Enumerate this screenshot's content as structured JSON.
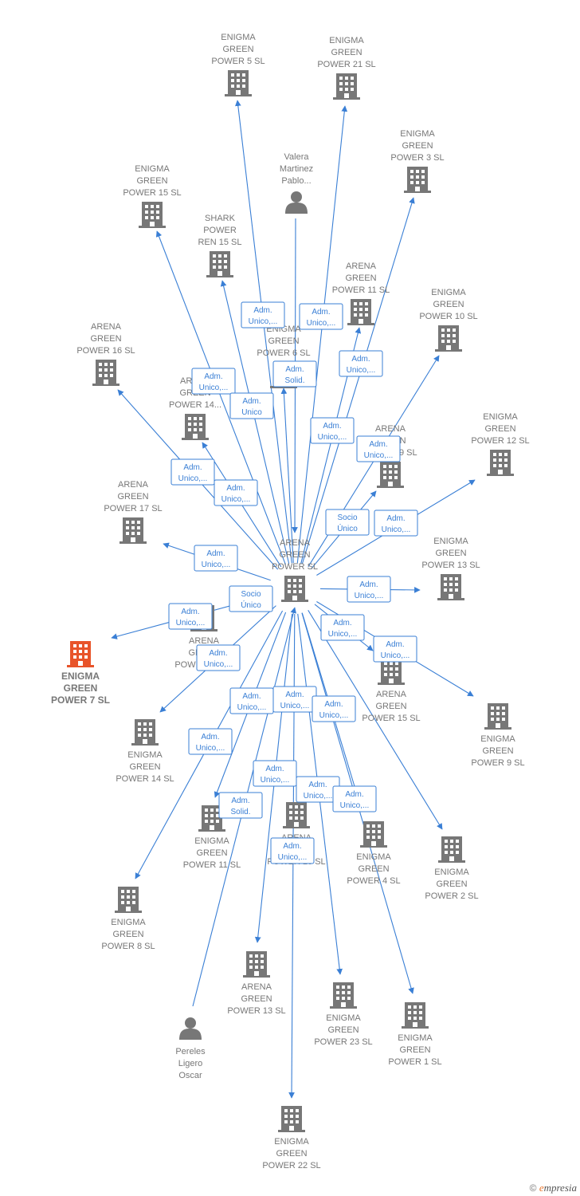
{
  "colors": {
    "edge": "#3a7fd5",
    "building": "#777777",
    "focus": "#e8542a",
    "text": "#777777"
  },
  "nodes": [
    {
      "id": "center",
      "lines": [
        "ARENA",
        "GREEN",
        "POWER  SL"
      ],
      "icon": "building-icon"
    },
    {
      "id": "ep5",
      "lines": [
        "ENIGMA",
        "GREEN",
        "POWER 5  SL"
      ],
      "icon": "building-icon"
    },
    {
      "id": "ep21",
      "lines": [
        "ENIGMA",
        "GREEN",
        "POWER 21  SL"
      ],
      "icon": "building-icon"
    },
    {
      "id": "valera",
      "lines": [
        "Valera",
        "Martinez",
        "Pablo..."
      ],
      "icon": "person-icon"
    },
    {
      "id": "ep3",
      "lines": [
        "ENIGMA",
        "GREEN",
        "POWER 3  SL"
      ],
      "icon": "building-icon"
    },
    {
      "id": "ep15",
      "lines": [
        "ENIGMA",
        "GREEN",
        "POWER 15  SL"
      ],
      "icon": "building-icon"
    },
    {
      "id": "shark",
      "lines": [
        "SHARK",
        "POWER",
        "REN 15  SL"
      ],
      "icon": "building-icon"
    },
    {
      "id": "ag11",
      "lines": [
        "ARENA",
        "GREEN",
        "POWER 11  SL"
      ],
      "icon": "building-icon"
    },
    {
      "id": "ep10",
      "lines": [
        "ENIGMA",
        "GREEN",
        "POWER 10  SL"
      ],
      "icon": "building-icon"
    },
    {
      "id": "ag16",
      "lines": [
        "ARENA",
        "GREEN",
        "POWER 16  SL"
      ],
      "icon": "building-icon"
    },
    {
      "id": "eg6",
      "lines": [
        "ENIGMA",
        "GREEN",
        "POWER 6  SL"
      ],
      "icon": "building-icon"
    },
    {
      "id": "ag14",
      "lines": [
        "ARENA",
        "GREEN",
        "POWER 14..."
      ],
      "icon": "building-icon"
    },
    {
      "id": "ag9",
      "lines": [
        "ARENA",
        "GREEN",
        "POWER 9  SL"
      ],
      "icon": "building-icon"
    },
    {
      "id": "ep12",
      "lines": [
        "ENIGMA",
        "GREEN",
        "POWER 12  SL"
      ],
      "icon": "building-icon"
    },
    {
      "id": "ag17",
      "lines": [
        "ARENA",
        "GREEN",
        "POWER 17  SL"
      ],
      "icon": "building-icon"
    },
    {
      "id": "ep13",
      "lines": [
        "ENIGMA",
        "GREEN",
        "POWER 13  SL"
      ],
      "icon": "building-icon"
    },
    {
      "id": "ep7",
      "lines": [
        "ENIGMA",
        "GREEN",
        "POWER 7  SL"
      ],
      "icon": "building-icon"
    },
    {
      "id": "ag12",
      "lines": [
        "ARENA",
        "GREEN",
        "POWER 12  SL"
      ],
      "icon": "building-icon"
    },
    {
      "id": "ag15",
      "lines": [
        "ARENA",
        "GREEN",
        "POWER 15  SL"
      ],
      "icon": "building-icon"
    },
    {
      "id": "ep9",
      "lines": [
        "ENIGMA",
        "GREEN",
        "POWER 9  SL"
      ],
      "icon": "building-icon"
    },
    {
      "id": "ep14",
      "lines": [
        "ENIGMA",
        "GREEN",
        "POWER 14  SL"
      ],
      "icon": "building-icon"
    },
    {
      "id": "ep11",
      "lines": [
        "ENIGMA",
        "GREEN",
        "POWER 11  SL"
      ],
      "icon": "building-icon"
    },
    {
      "id": "ag10",
      "lines": [
        "ARENA",
        "GREEN",
        "POWER 10  SL"
      ],
      "icon": "building-icon"
    },
    {
      "id": "ep4",
      "lines": [
        "ENIGMA",
        "GREEN",
        "POWER 4  SL"
      ],
      "icon": "building-icon"
    },
    {
      "id": "ep2",
      "lines": [
        "ENIGMA",
        "GREEN",
        "POWER 2  SL"
      ],
      "icon": "building-icon"
    },
    {
      "id": "ep8",
      "lines": [
        "ENIGMA",
        "GREEN",
        "POWER 8  SL"
      ],
      "icon": "building-icon"
    },
    {
      "id": "ag13",
      "lines": [
        "ARENA",
        "GREEN",
        "POWER 13  SL"
      ],
      "icon": "building-icon"
    },
    {
      "id": "ep23",
      "lines": [
        "ENIGMA",
        "GREEN",
        "POWER 23  SL"
      ],
      "icon": "building-icon"
    },
    {
      "id": "ep1",
      "lines": [
        "ENIGMA",
        "GREEN",
        "POWER 1  SL"
      ],
      "icon": "building-icon"
    },
    {
      "id": "pereles",
      "lines": [
        "Pereles",
        "Ligero",
        "Oscar"
      ],
      "icon": "person-icon"
    },
    {
      "id": "ep22",
      "lines": [
        "ENIGMA",
        "GREEN",
        "POWER 22  SL"
      ],
      "icon": "building-icon"
    }
  ],
  "edges": [
    {
      "from": "center",
      "to": "ep5",
      "label": [
        "Adm.",
        "Unico,..."
      ]
    },
    {
      "from": "center",
      "to": "ep21",
      "label": [
        "Adm.",
        "Unico,..."
      ]
    },
    {
      "from": "valera",
      "to": "center",
      "label": []
    },
    {
      "from": "center",
      "to": "ep3",
      "label": [
        "Adm.",
        "Unico,..."
      ]
    },
    {
      "from": "center",
      "to": "ep15",
      "label": [
        "Adm.",
        "Unico,..."
      ]
    },
    {
      "from": "center",
      "to": "shark",
      "label": [
        "Adm.",
        "Unico"
      ]
    },
    {
      "from": "center",
      "to": "ag11",
      "label": [
        "Adm.",
        "Unico,..."
      ]
    },
    {
      "from": "center",
      "to": "ep10",
      "label": [
        "Adm.",
        "Unico,..."
      ]
    },
    {
      "from": "center",
      "to": "ag16",
      "label": [
        "Adm.",
        "Unico,..."
      ]
    },
    {
      "from": "center",
      "to": "eg6",
      "label": [
        "Adm.",
        "Solid."
      ]
    },
    {
      "from": "center",
      "to": "ag14",
      "label": [
        "Adm.",
        "Unico,..."
      ]
    },
    {
      "from": "center",
      "to": "ag9",
      "label": [
        "Socio",
        "Único"
      ]
    },
    {
      "from": "center",
      "to": "ep12",
      "label": [
        "Adm.",
        "Unico,..."
      ]
    },
    {
      "from": "center",
      "to": "ag17",
      "label": [
        "Adm.",
        "Unico,..."
      ]
    },
    {
      "from": "center",
      "to": "ep13",
      "label": [
        "Adm.",
        "Unico,..."
      ]
    },
    {
      "from": "center",
      "to": "ep7",
      "label": [
        "Adm.",
        "Unico,..."
      ]
    },
    {
      "from": "center",
      "to": "ag15",
      "label": [
        "Adm.",
        "Unico,..."
      ]
    },
    {
      "from": "center",
      "to": "ep9",
      "label": [
        "Adm.",
        "Unico,..."
      ]
    },
    {
      "from": "center",
      "to": "ep14",
      "label": [
        "Adm.",
        "Unico,..."
      ]
    },
    {
      "from": "center",
      "to": "ep11",
      "label": [
        "Adm.",
        "Unico,..."
      ]
    },
    {
      "from": "center",
      "to": "ep4",
      "label": [
        "Adm.",
        "Unico,..."
      ]
    },
    {
      "from": "center",
      "to": "ep2",
      "label": [
        "Adm.",
        "Unico,..."
      ]
    },
    {
      "from": "center",
      "to": "ep8",
      "label": [
        "Adm.",
        "Unico,..."
      ]
    },
    {
      "from": "center",
      "to": "ag13",
      "label": [
        "Adm.",
        "Unico,..."
      ]
    },
    {
      "from": "center",
      "to": "ep23",
      "label": [
        "Adm.",
        "Unico,..."
      ]
    },
    {
      "from": "center",
      "to": "ep1",
      "label": [
        "Adm.",
        "Unico,..."
      ]
    },
    {
      "from": "center",
      "to": "ep22",
      "label": [
        "Adm.",
        "Unico,..."
      ]
    },
    {
      "from": "pereles",
      "to": "center",
      "label": [
        "Adm.",
        "Solid."
      ]
    },
    {
      "from": "center",
      "to": "ag12",
      "label": [
        "Socio",
        "Único"
      ]
    }
  ],
  "footer": {
    "copyright": "©",
    "brand_initial": "e",
    "brand_rest": "mpresia"
  }
}
